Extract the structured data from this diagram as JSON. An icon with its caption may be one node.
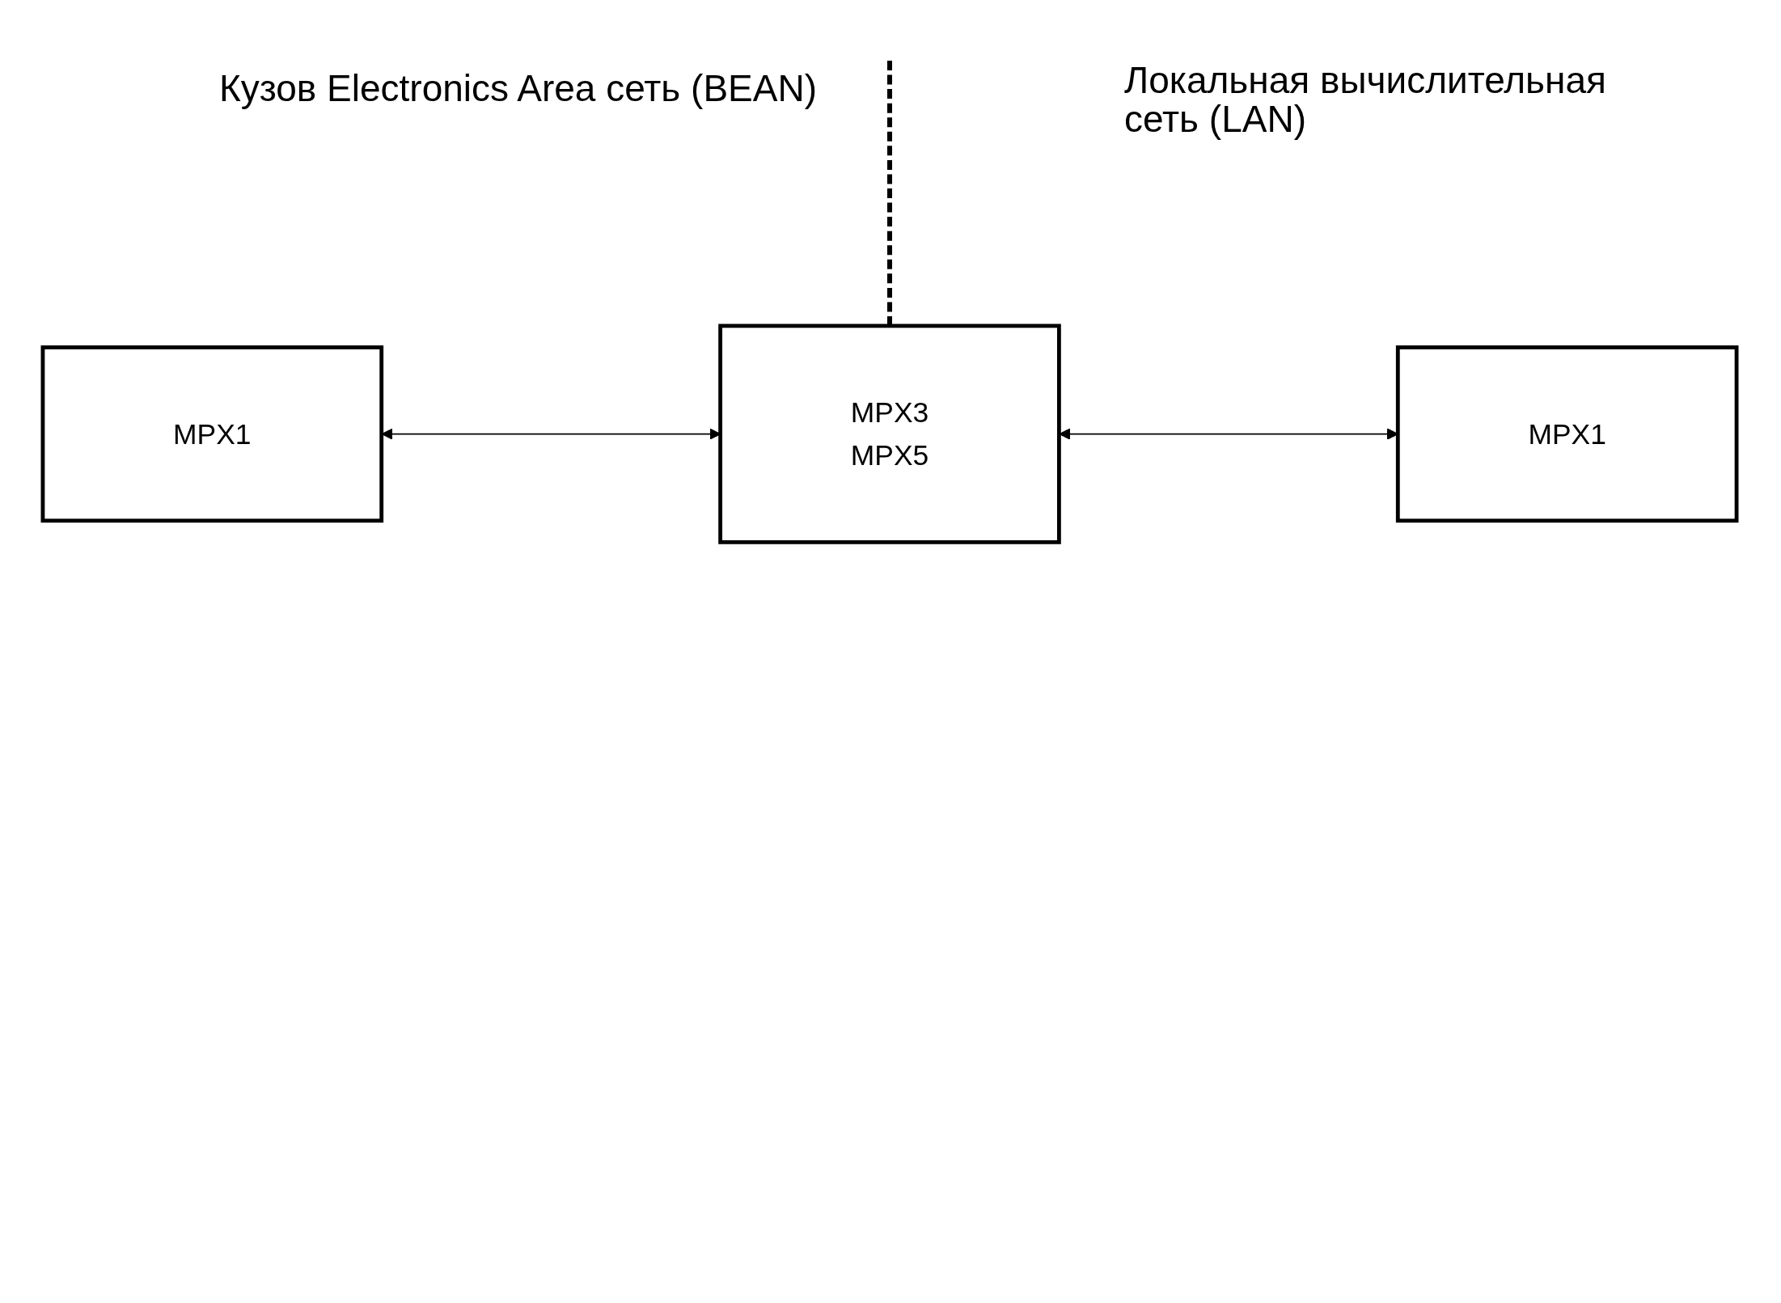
{
  "diagram": {
    "nodes": [
      {
        "text": [
          "MPX1"
        ]
      },
      {
        "text": [
          "MPX3",
          "MPX5"
        ]
      },
      {
        "text": [
          "MPX1"
        ]
      }
    ],
    "edges": [
      {
        "from": 0,
        "to": 1,
        "arrow": "both"
      },
      {
        "from": 1,
        "to": 2,
        "arrow": "both"
      }
    ],
    "labels": [
      "Кузов Electronics Area сеть (BEAN)",
      "Локальная вычислительная сеть (LAN)"
    ]
  }
}
